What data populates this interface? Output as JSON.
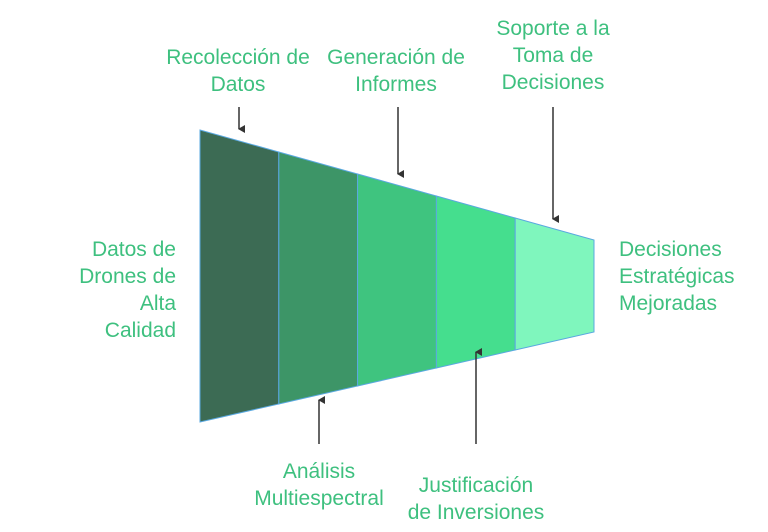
{
  "input_label": "Datos de\nDrones de Alta\nCalidad",
  "output_label": "Decisiones\nEstratégicas\nMejoradas",
  "stages": [
    {
      "label": "Recolección de\nDatos",
      "color": "#3c6b54",
      "position": "top"
    },
    {
      "label": "Análisis\nMultiespectral",
      "color": "#3d9567",
      "position": "bottom"
    },
    {
      "label": "Generación de\nInformes",
      "color": "#3fc47f",
      "position": "top"
    },
    {
      "label": "Justificación\nde Inversiones",
      "color": "#45de8e",
      "position": "bottom"
    },
    {
      "label": "Soporte a la\nToma de\nDecisiones",
      "color": "#7ff6bd",
      "position": "top"
    }
  ],
  "colors": {
    "text": "#3ec07f",
    "arrow": "#333333",
    "edge": "#5aa8e0"
  }
}
